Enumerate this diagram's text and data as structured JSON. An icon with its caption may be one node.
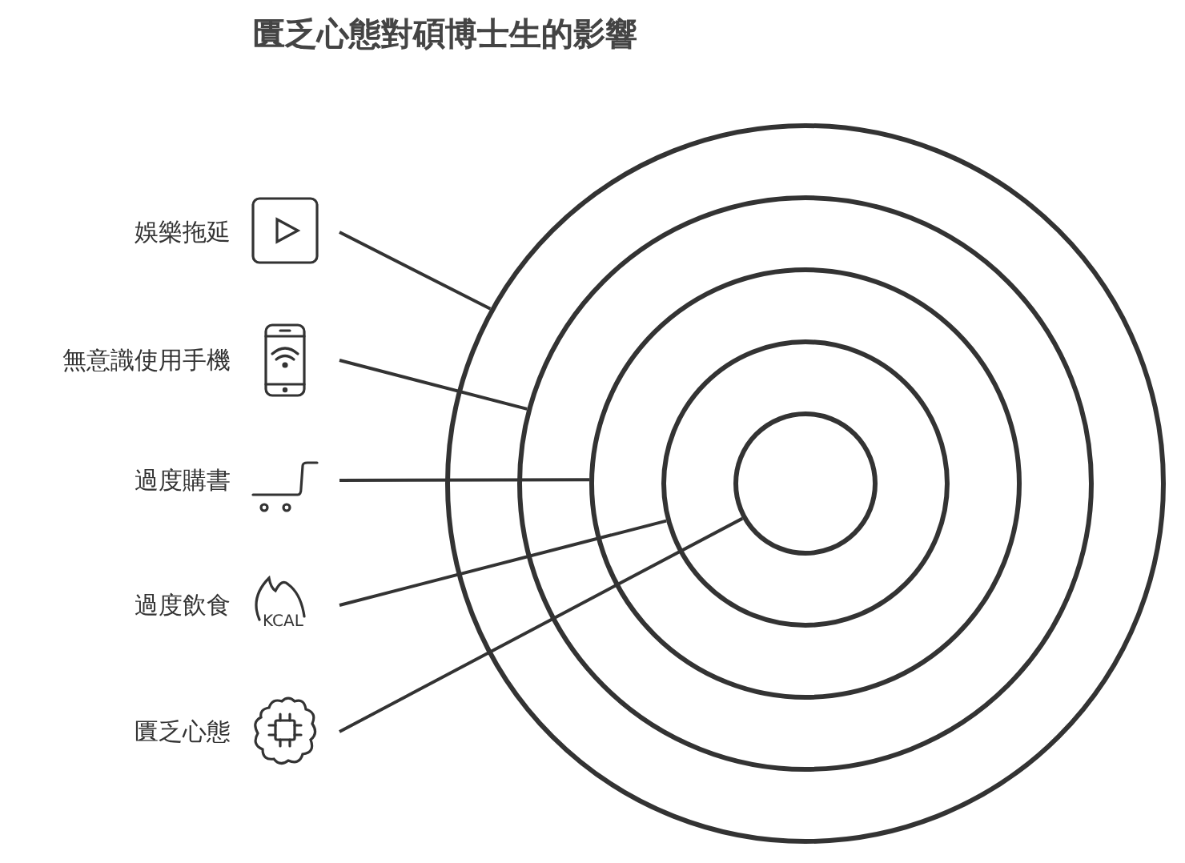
{
  "diagram": {
    "title": "匱乏心態對碩博士生的影響",
    "nodes": [
      {
        "text": [],
        "shape": "circle"
      },
      {
        "text": [],
        "shape": "circle",
        "in": 0
      },
      {
        "text": [],
        "shape": "circle",
        "in": 1
      },
      {
        "text": [],
        "shape": "circle",
        "in": 2
      },
      {
        "text": [],
        "shape": "circle",
        "in": 3
      },
      {
        "text": [
          "娛樂拖延"
        ]
      },
      {
        "text": [
          "無意識使用手機"
        ]
      },
      {
        "text": [
          "過度購書"
        ]
      },
      {
        "text": [
          "過度飲食",
          "KCAL"
        ]
      },
      {
        "text": [
          "匱乏心態"
        ]
      }
    ],
    "edges": [
      {
        "from": 5,
        "to": 0,
        "arrow": "none"
      },
      {
        "from": 6,
        "to": 1,
        "arrow": "none"
      },
      {
        "from": 7,
        "to": 2,
        "arrow": "none"
      },
      {
        "from": 8,
        "to": 3,
        "arrow": "none"
      },
      {
        "from": 9,
        "to": 4,
        "arrow": "none"
      }
    ]
  }
}
